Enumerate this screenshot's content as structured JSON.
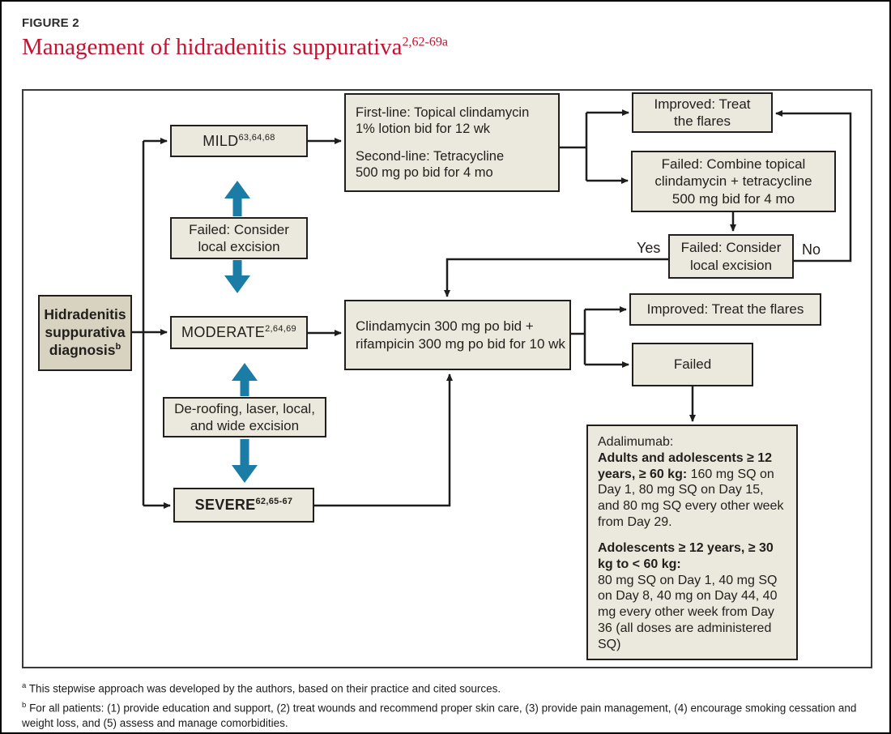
{
  "theme": {
    "accent_color": "#c41230",
    "teal_color": "#1b7da5",
    "box_fill": "#ebe9dd",
    "diagnosis_fill": "#d7d3c0"
  },
  "figure": {
    "label": "FIGURE 2",
    "title": "Management of hidradenitis suppurativa",
    "title_superscript": "2,62-69a"
  },
  "nodes": {
    "diagnosis": {
      "line1": "Hidradenitis",
      "line2": "suppurativa",
      "line3": "diagnosis",
      "superscript": "b"
    },
    "mild": {
      "label": "MILD",
      "superscript": "63,64,68"
    },
    "failed_local_left": {
      "line1": "Failed: Consider",
      "line2": "local excision"
    },
    "moderate": {
      "label": "MODERATE",
      "superscript": "2,64,69"
    },
    "deroofing": {
      "line1": "De-roofing, laser, local,",
      "line2": "and wide excision"
    },
    "severe": {
      "label": "SEVERE",
      "superscript": "62,65-67"
    },
    "firstline": {
      "p1_line1": "First-line: Topical clindamycin",
      "p1_line2": "1% lotion bid for 12 wk",
      "p2_line1": "Second-line: Tetracycline",
      "p2_line2": "500 mg po bid for 4 mo"
    },
    "improved_top": {
      "line1": "Improved: Treat",
      "line2": "the flares"
    },
    "failed_combine": {
      "line1": "Failed: Combine topical",
      "line2": "clindamycin + tetracycline",
      "line3": "500 mg bid for 4 mo"
    },
    "failed_local_right": {
      "line1": "Failed: Consider",
      "line2": "local excision"
    },
    "clindamycin": {
      "line1": "Clindamycin 300 mg po bid +",
      "line2": "rifampicin 300 mg po bid for 10 wk"
    },
    "improved_mid": {
      "text": "Improved: Treat the flares"
    },
    "failed": {
      "text": "Failed"
    },
    "adalimumab": {
      "heading": "Adalimumab:",
      "p1_bold": "Adults and adolescents ≥ 12 years, ≥ 60 kg:",
      "p1_text": "  160 mg SQ on Day 1, 80 mg SQ on Day 15, and 80 mg SQ every other week from Day 29.",
      "p2_bold": "Adolescents ≥ 12 years, ≥ 30 kg to < 60 kg:",
      "p2_text": "80 mg SQ on Day 1, 40 mg SQ on Day 8, 40 mg on Day 44, 40 mg every other week from Day 36 (all doses are administered SQ)"
    }
  },
  "edge_labels": {
    "yes": "Yes",
    "no": "No"
  },
  "footnotes": {
    "a_marker": "a",
    "a_text": "This stepwise approach was developed by the authors, based on their practice and cited sources.",
    "b_marker": "b",
    "b_text": "For all patients: (1) provide education and support, (2) treat wounds and recommend proper skin care, (3) provide pain management, (4) encourage smoking cessation and weight loss, and (5) assess and manage comorbidities."
  }
}
